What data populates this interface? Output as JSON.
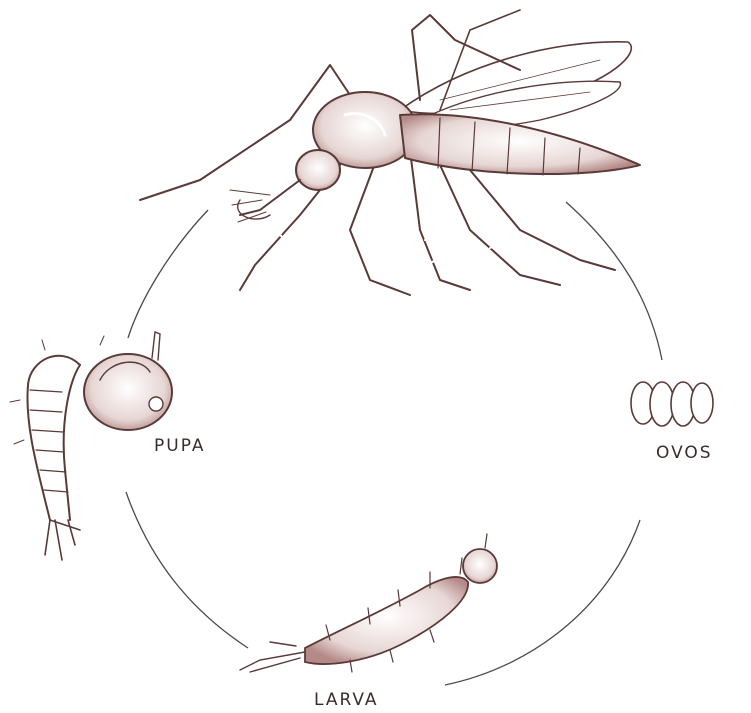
{
  "labels": {
    "pupa": "PUPA",
    "ovos": "OVOS",
    "larva": "LARVA"
  },
  "icons": {
    "adult": "mosquito-adult-icon",
    "eggs": "eggs-icon",
    "larva": "larva-icon",
    "pupa": "pupa-icon"
  },
  "colors": {
    "ink": "#5a3a38",
    "shade": "#a07a78",
    "stripe": "#ffffff",
    "cycle": "#4a4a4a"
  }
}
